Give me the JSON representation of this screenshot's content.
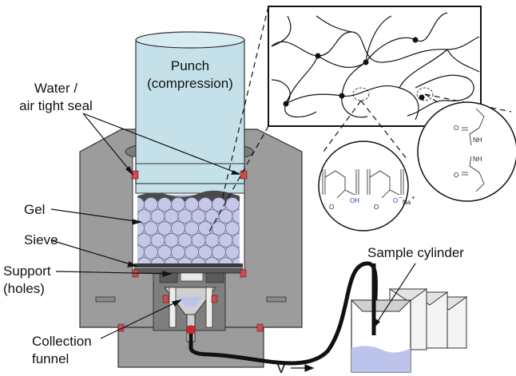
{
  "labels": {
    "punch_line1": "Punch",
    "punch_line2": "(compression)",
    "seal_line1": "Water /",
    "seal_line2": "air tight seal",
    "gel": "Gel",
    "sieve": "Sieve",
    "support_line1": "Support",
    "support_line2": "(holes)",
    "funnel_line1": "Collection",
    "funnel_line2": "funnel",
    "sample_cylinder": "Sample cylinder",
    "flow_rate": "V̇"
  },
  "chem": {
    "oh": "OH",
    "o_minus": "O",
    "minus": "−",
    "na": "Na",
    "plus": "+",
    "nh": "NH",
    "o": "O"
  },
  "colors": {
    "punch": "#c4e1ea",
    "housing": "#9c9c9c",
    "gel": "#b9bcdc",
    "seal": "#d0494f",
    "liquid": "#bcc4ec"
  }
}
